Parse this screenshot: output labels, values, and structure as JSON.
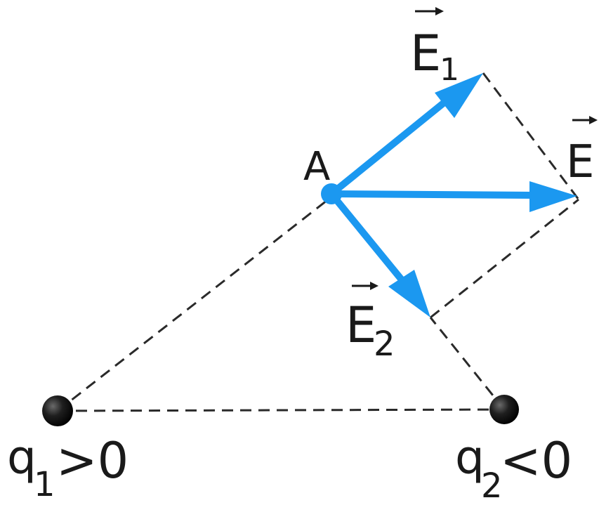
{
  "labels": {
    "point": "A",
    "e1": {
      "letter": "E",
      "sub": "1"
    },
    "e": {
      "letter": "E"
    },
    "e2": {
      "letter": "E",
      "sub": "2"
    },
    "q1": {
      "letter": "q",
      "sub": "1",
      "rel": ">0"
    },
    "q2": {
      "letter": "q",
      "sub": "2",
      "rel": "<0"
    }
  },
  "colors": {
    "vector": "#1b98f0",
    "line": "#2a2a2a",
    "charge": "#1a1a1a",
    "text": "#1a1a1a"
  }
}
